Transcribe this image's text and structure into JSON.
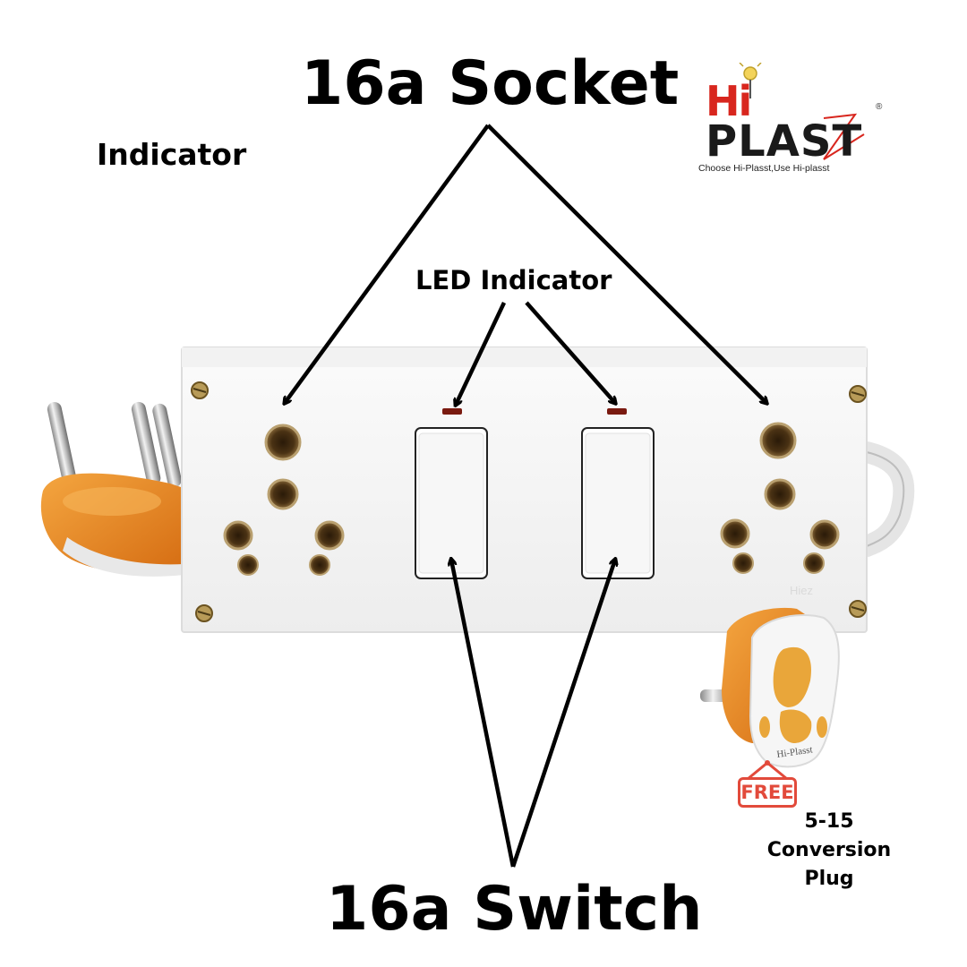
{
  "labels": {
    "socket_title": "16a Socket",
    "switch_title": "16a Switch",
    "indicator": "Indicator",
    "led_indicator": "LED Indicator",
    "free_badge": "FREE",
    "conversion_plug": "5-15 Conversion Plug"
  },
  "logo": {
    "line1": "Hi",
    "line2": "PLAST",
    "tagline": "Choose Hi-Plasst,Use Hi-plasst",
    "registered": "®"
  },
  "product_marks": {
    "board_emboss": "Hiez",
    "adapter_emboss": "Hi-Plasst"
  },
  "colors": {
    "logo_red": "#d8261e",
    "free_red": "#e24a3b",
    "plug_orange": "#e8861c",
    "board_white": "#f6f6f6",
    "socket_brown": "#4a3214",
    "led_red": "#7a1a10"
  }
}
